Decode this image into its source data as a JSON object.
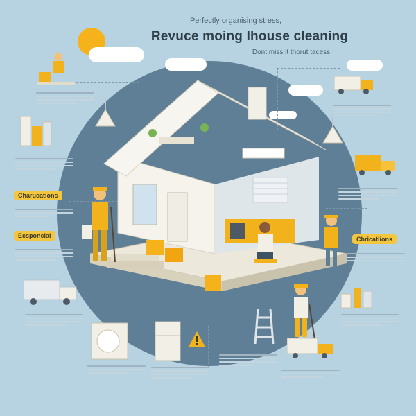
{
  "header": {
    "pretitle": "Perfectly organising stress,",
    "title": "Revuce moing Ihouse cleaning",
    "subtitle": "Dont miss it thorut tacess"
  },
  "labels": {
    "left_top": "Charucations",
    "left_mid": "Ecsponcial",
    "right_mid": "Chricatiions"
  },
  "colors": {
    "background": "#b7d3e1",
    "circle": "#5f7f96",
    "accent": "#f3c63d",
    "house_wall": "#f5f3ec",
    "sun": "#f5b21a"
  },
  "icons": [
    "sun-icon",
    "cloud-icon",
    "truck-icon",
    "worker-icon",
    "house-icon",
    "spray-bottle-icon",
    "lamp-icon",
    "fridge-icon",
    "warning-icon",
    "ladder-icon",
    "microwave-icon"
  ]
}
